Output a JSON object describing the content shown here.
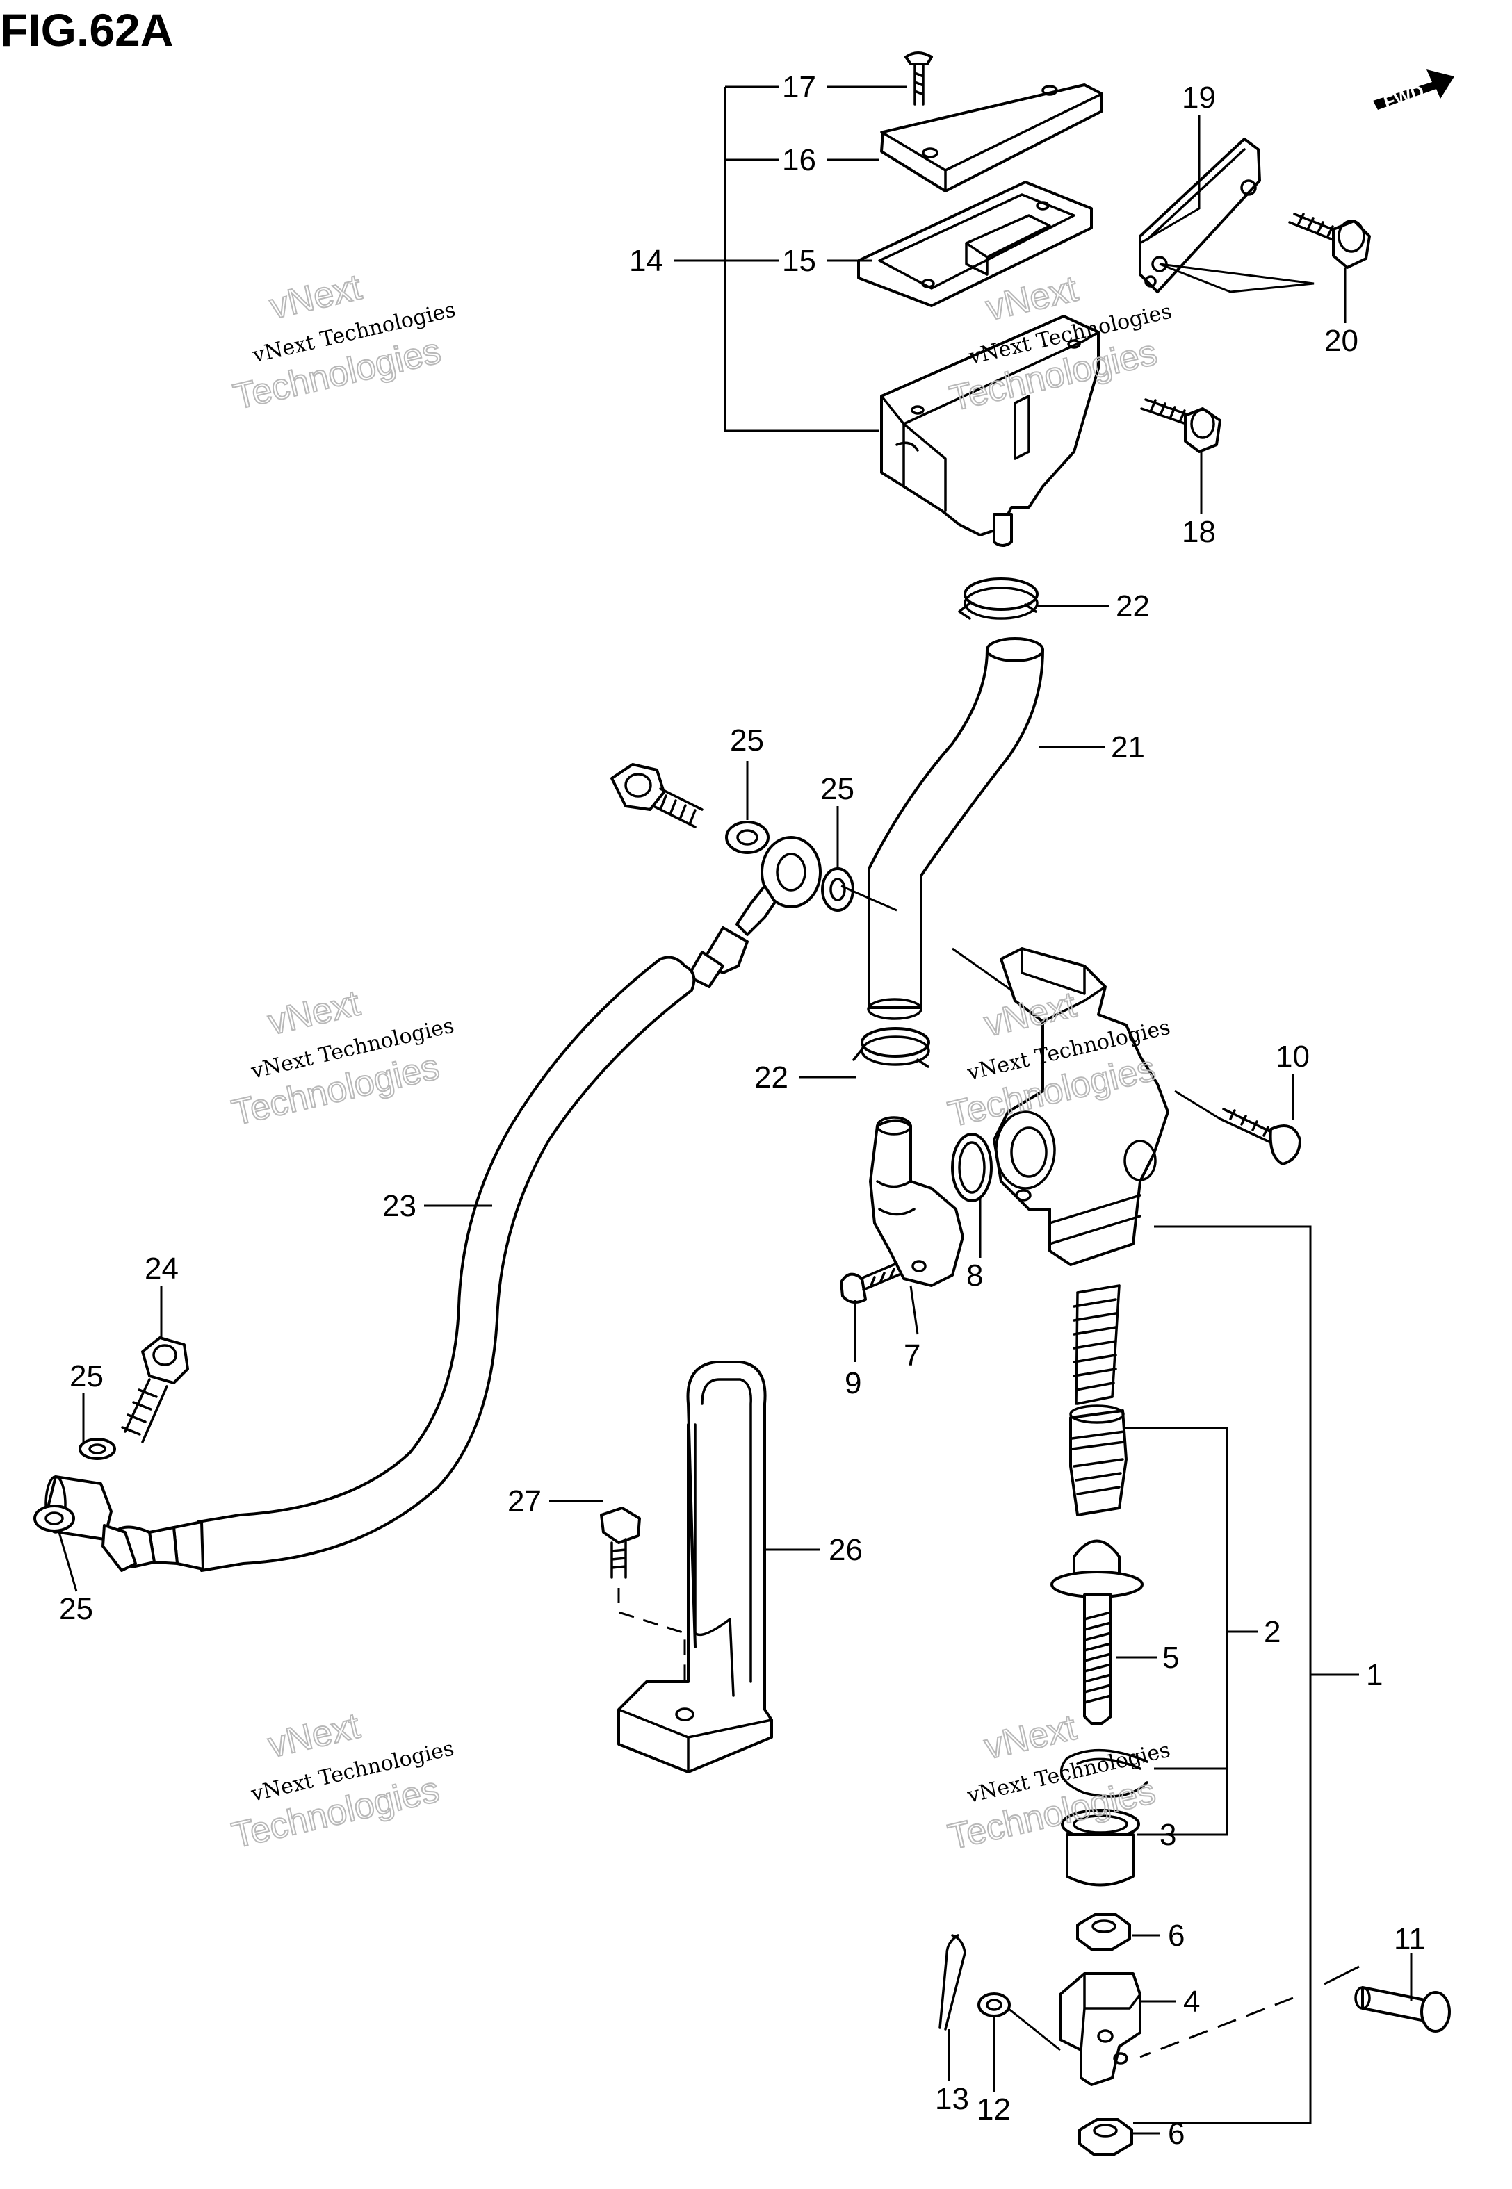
{
  "figure": {
    "title": "FIG.62A",
    "fwd_label": "FWD"
  },
  "watermark": {
    "line1": "vNext",
    "line2": "vNext Technologies",
    "line3": "Technologies"
  },
  "callouts": {
    "c1": "1",
    "c2": "2",
    "c3": "3",
    "c4": "4",
    "c5": "5",
    "c6a": "6",
    "c6b": "6",
    "c7": "7",
    "c8": "8",
    "c9": "9",
    "c10": "10",
    "c11": "11",
    "c12": "12",
    "c13": "13",
    "c14": "14",
    "c15": "15",
    "c16": "16",
    "c17": "17",
    "c18": "18",
    "c19": "19",
    "c20": "20",
    "c21": "21",
    "c22a": "22",
    "c22b": "22",
    "c23": "23",
    "c24": "24",
    "c25a": "25",
    "c25b": "25",
    "c25c": "25",
    "c25d": "25",
    "c26": "26",
    "c27": "27"
  }
}
